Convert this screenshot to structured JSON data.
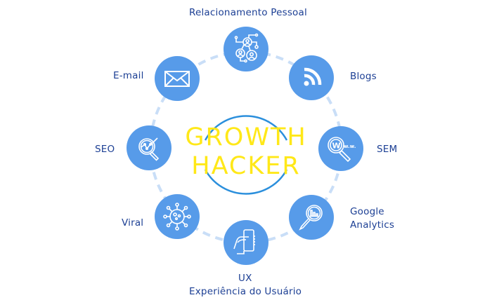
{
  "center": {
    "line1": "GROWTH",
    "line2": "HACKER"
  },
  "nodes": [
    {
      "id": "relacionamento",
      "label": "Relacionamento Pessoal",
      "icon": "network-people-icon"
    },
    {
      "id": "blogs",
      "label": "Blogs",
      "icon": "rss-icon"
    },
    {
      "id": "sem",
      "label": "SEM",
      "icon": "www-search-icon"
    },
    {
      "id": "analytics",
      "label_line1": "Google",
      "label_line2": "Analytics",
      "icon": "analytics-search-icon"
    },
    {
      "id": "ux",
      "label_line1": "UX",
      "label_line2": "Experiência do Usuário",
      "icon": "hand-phone-icon"
    },
    {
      "id": "viral",
      "label": "Viral",
      "icon": "virus-icon"
    },
    {
      "id": "seo",
      "label": "SEO",
      "icon": "seo-search-icon"
    },
    {
      "id": "email",
      "label": "E-mail",
      "icon": "envelope-icon"
    }
  ],
  "colors": {
    "node_fill": "#579be9",
    "ring_dash": "#c9def7",
    "center_arc": "#2b8fdc",
    "center_text": "#ffe818",
    "label_text": "#1c3f94"
  }
}
